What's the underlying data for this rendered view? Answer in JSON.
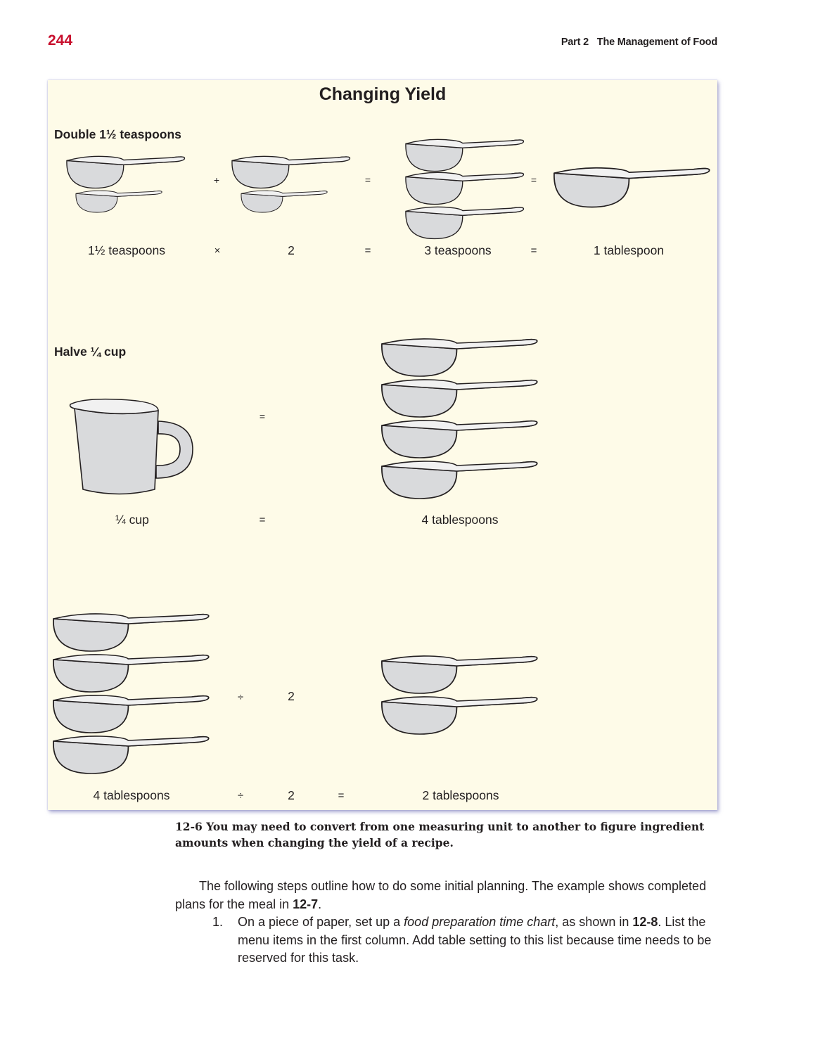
{
  "header": {
    "page_number": "244",
    "part": "Part 2",
    "section": "The Management of Food"
  },
  "figure": {
    "title": "Changing Yield",
    "double": {
      "heading": "Double 1½ teaspoons",
      "labels": [
        "1½ teaspoons",
        "×",
        "2",
        "=",
        "3 teaspoons",
        "=",
        "1 tablespoon"
      ],
      "pictogram_ops": [
        "+",
        "=",
        "="
      ]
    },
    "halve": {
      "heading": "Halve ¼ cup",
      "labels": [
        "¼ cup",
        "=",
        "4 tablespoons"
      ],
      "pictogram_ops": [
        "="
      ]
    },
    "divide": {
      "labels": [
        "4 tablespoons",
        "÷",
        "2",
        "=",
        "2 tablespoons"
      ],
      "pictogram_ops": [
        "÷",
        "2"
      ]
    }
  },
  "caption": {
    "number": "12-6",
    "text": "You may need to convert from one measuring unit to another to figure ingredient amounts when changing the yield of a recipe."
  },
  "body": {
    "para_intro": "The following steps outline how to do some initial planning. The example shows completed plans for the meal in ",
    "para_ref": "12-7",
    "para_end": ".",
    "step1_num": "1.",
    "step1_a": "On a piece of paper, set up a ",
    "step1_term": "food preparation time chart",
    "step1_b": ", as shown in ",
    "step1_ref": "12-8",
    "step1_c": ". List the menu items in the first column. Add table setting to this list because time needs to be reserved for this task."
  },
  "colors": {
    "page_number": "#c8102e",
    "panel_background": "#fefbe8",
    "spoon_fill": "#d9dadc",
    "stroke": "#231f20"
  }
}
